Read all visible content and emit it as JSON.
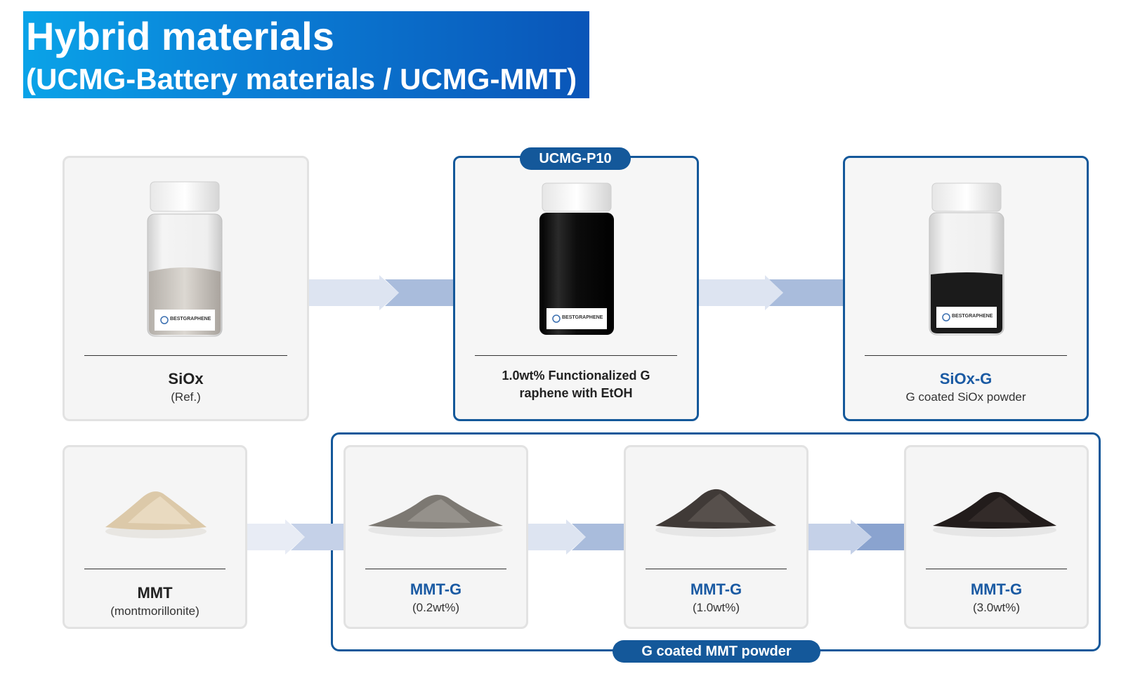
{
  "title": {
    "line1": "Hybrid materials",
    "line2": "(UCMG-Battery materials / UCMG-MMT)"
  },
  "top_row": {
    "siox": {
      "name": "SiOx",
      "sub": "(Ref.)",
      "label": "BESTGRAPHENE"
    },
    "ucmg": {
      "badge": "UCMG-P10",
      "desc_line1": "1.0wt% Functionalized G",
      "desc_line2": "raphene with EtOH",
      "label": "BESTGRAPHENE"
    },
    "sioxg": {
      "name": "SiOx-G",
      "sub": "G coated SiOx powder",
      "label": "BESTGRAPHENE"
    }
  },
  "bottom_row": {
    "mmt": {
      "name": "MMT",
      "sub": "(montmorillonite)"
    },
    "items": [
      {
        "name": "MMT-G",
        "sub": "(0.2wt%)"
      },
      {
        "name": "MMT-G",
        "sub": "(1.0wt%)"
      },
      {
        "name": "MMT-G",
        "sub": "(3.0wt%)"
      }
    ],
    "group_label": "G coated MMT powder"
  },
  "colors": {
    "accent": "#14589a",
    "banner_start": "#0aa3e8",
    "banner_end": "#0a55b8",
    "arrow_light": "#dde4f1",
    "arrow_dark": "#a9bcdc"
  }
}
